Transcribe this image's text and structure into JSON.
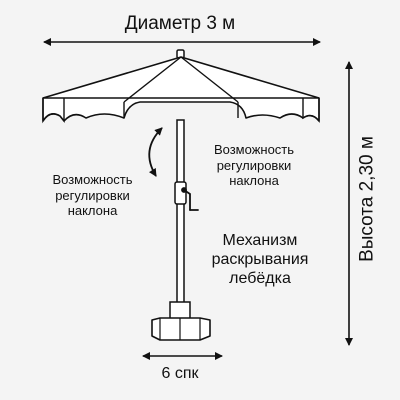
{
  "diameter_label": "Диаметр 3 м",
  "height_label": "Высота 2,30 м",
  "base_label": "6 спк",
  "tilt_right": [
    "Возможность",
    "регулировки",
    "наклона"
  ],
  "tilt_left": [
    "Возможность",
    "регулировки",
    "наклона"
  ],
  "mechanism": [
    "Механизм",
    "раскрывания",
    "лебёдка"
  ],
  "colors": {
    "background": "#f4f4f4",
    "ink": "#111111",
    "canopy": "#ffffff"
  },
  "icons": [
    "double-arrow",
    "curved-double-arrow",
    "winch-crank"
  ]
}
